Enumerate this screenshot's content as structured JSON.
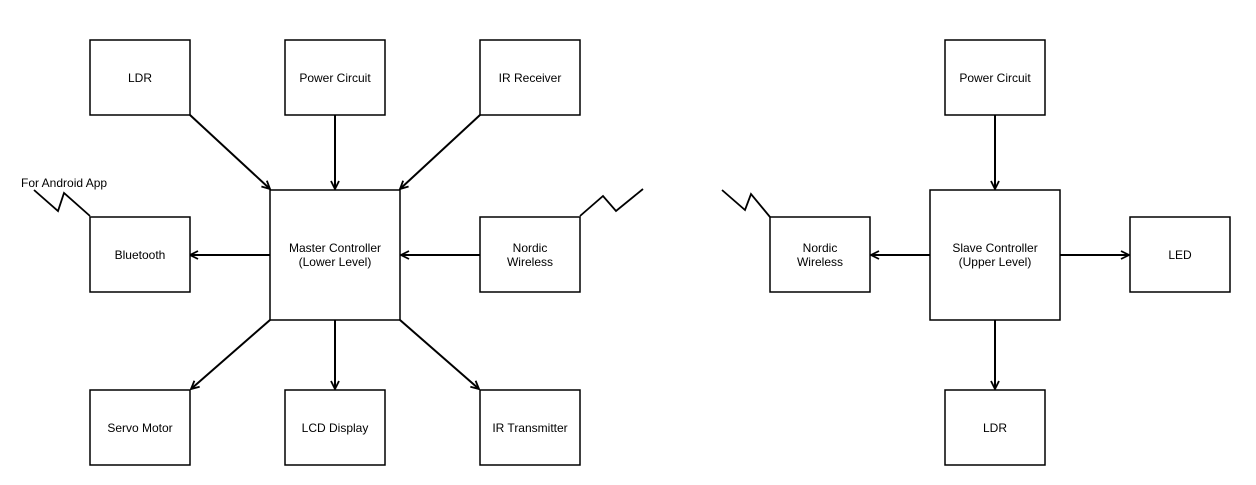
{
  "master": {
    "ldr": "LDR",
    "power": "Power Circuit",
    "ir_receiver": "IR Receiver",
    "bluetooth": "Bluetooth",
    "controller_line1": "Master Controller",
    "controller_line2": "(Lower Level)",
    "nordic_line1": "Nordic",
    "nordic_line2": "Wireless",
    "servo": "Servo Motor",
    "lcd": "LCD Display",
    "ir_transmitter": "IR Transmitter",
    "android_note": "For Android App"
  },
  "slave": {
    "power": "Power Circuit",
    "nordic_line1": "Nordic",
    "nordic_line2": "Wireless",
    "controller_line1": "Slave Controller",
    "controller_line2": "(Upper Level)",
    "led": "LED",
    "ldr": "LDR"
  }
}
